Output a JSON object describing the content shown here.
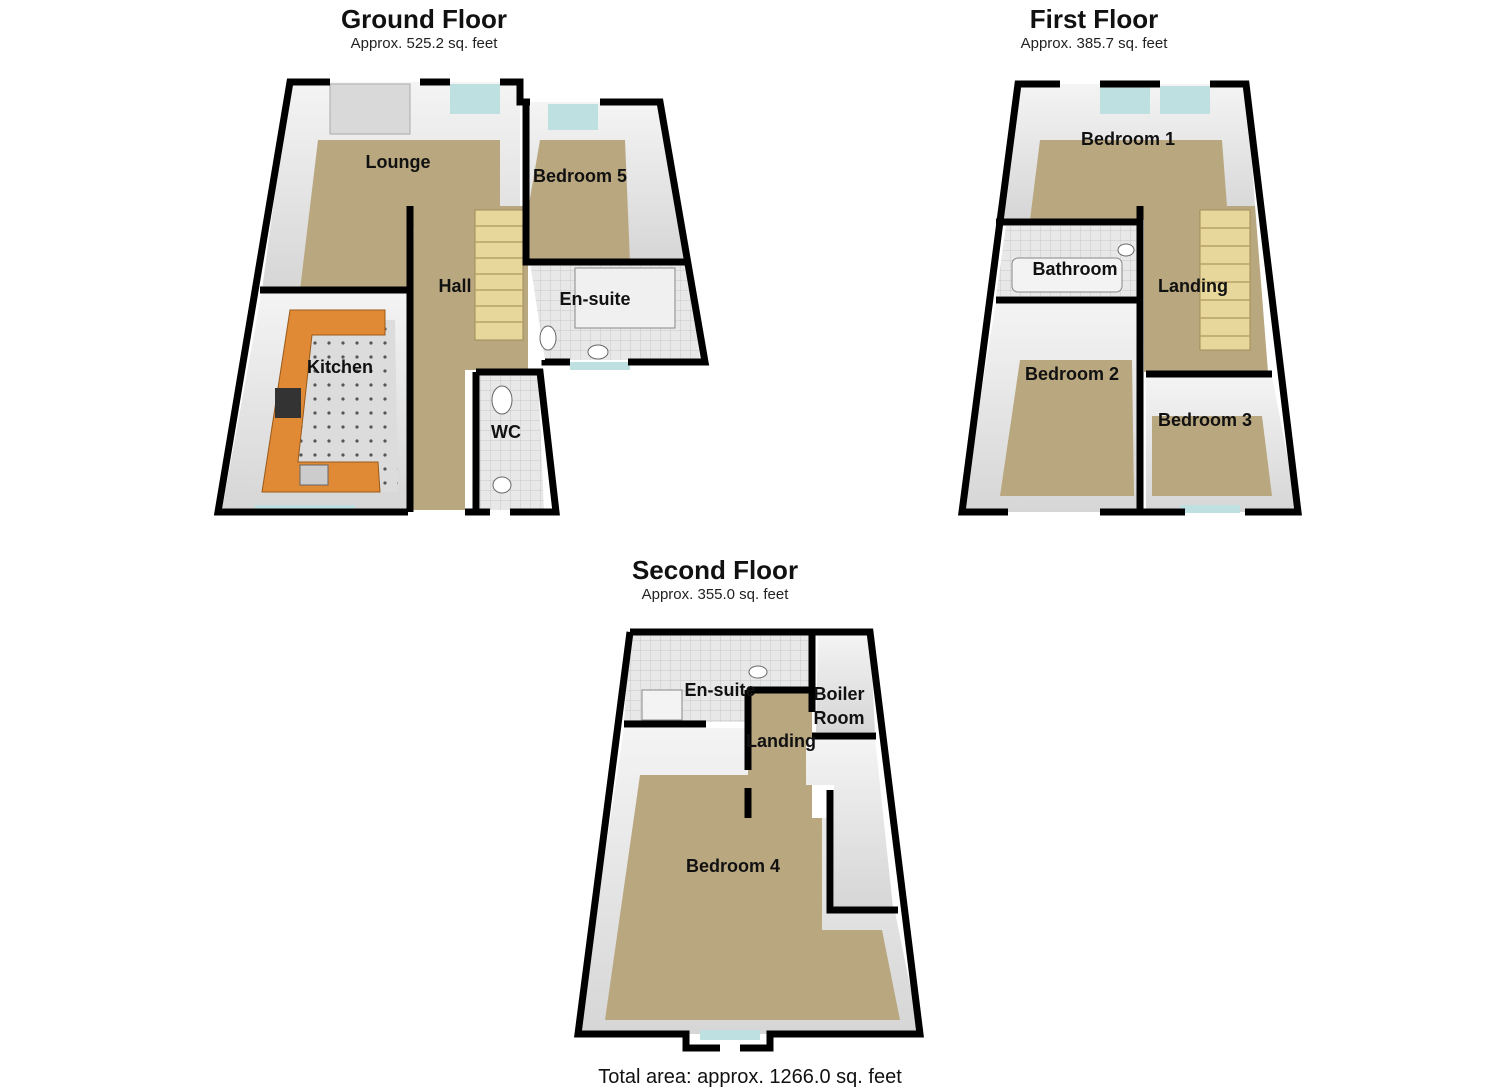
{
  "floors": {
    "ground": {
      "title": "Ground Floor",
      "area": "Approx. 525.2 sq. feet",
      "rooms": {
        "lounge": "Lounge",
        "bedroom5": "Bedroom 5",
        "hall": "Hall",
        "ensuite": "En-suite",
        "kitchen": "Kitchen",
        "wc": "WC"
      }
    },
    "first": {
      "title": "First Floor",
      "area": "Approx. 385.7 sq. feet",
      "rooms": {
        "bedroom1": "Bedroom 1",
        "bathroom": "Bathroom",
        "landing": "Landing",
        "bedroom2": "Bedroom 2",
        "bedroom3": "Bedroom 3"
      }
    },
    "second": {
      "title": "Second Floor",
      "area": "Approx. 355.0 sq. feet",
      "rooms": {
        "ensuite": "En-suite",
        "boiler_line1": "Boiler",
        "boiler_line2": "Room",
        "landing": "Landing",
        "bedroom4": "Bedroom 4"
      }
    }
  },
  "total_area": "Total area: approx. 1266.0 sq. feet",
  "colors": {
    "wall": "#000000",
    "carpet": "#b9a77f",
    "wall_shade": "#e6e6e6",
    "kitchen_worktop": "#e08a35",
    "tile": "#d8d8d8",
    "stairs": "#e8d79a",
    "window": "#bfe0e0"
  }
}
